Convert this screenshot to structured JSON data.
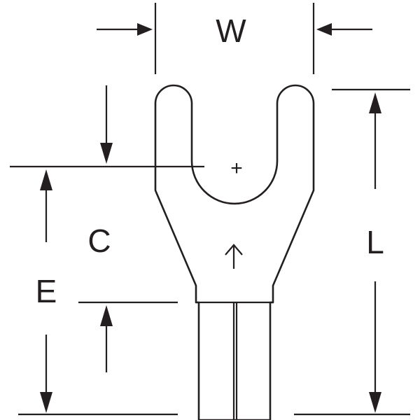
{
  "diagram": {
    "dimension_labels": {
      "w": "W",
      "l": "L",
      "c": "C",
      "e": "E"
    },
    "center_mark": "+",
    "direction_mark": "↑",
    "colors": {
      "ink": "#231f20",
      "background": "#ffffff"
    }
  }
}
